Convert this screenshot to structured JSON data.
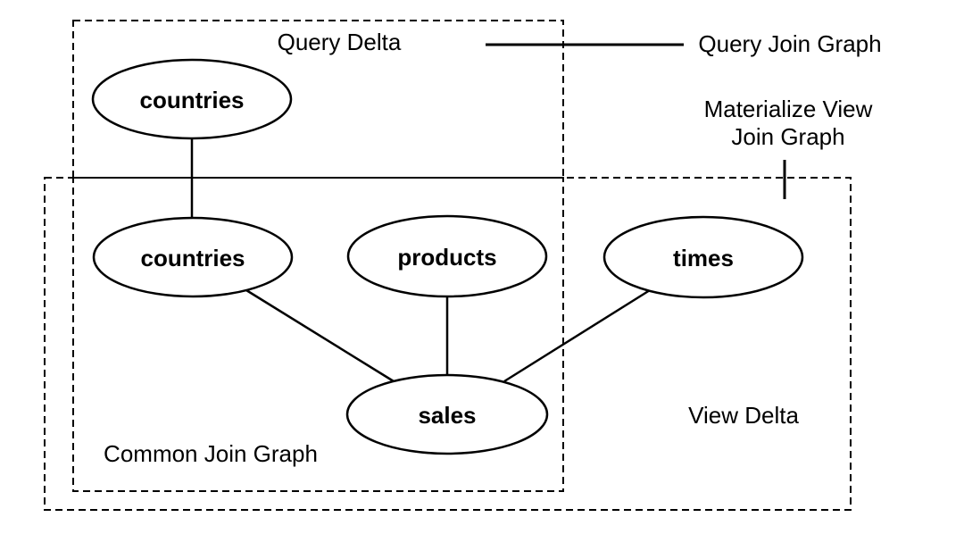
{
  "colors": {
    "background": "#ffffff",
    "ink": "#000000"
  },
  "regions": {
    "query_delta": {
      "label": "Query Delta"
    },
    "common_join_graph": {
      "label": "Common Join Graph"
    },
    "view_delta": {
      "label": "View Delta"
    }
  },
  "callouts": {
    "query_join_graph": {
      "label": "Query Join Graph"
    },
    "materialize_view_join_graph": {
      "line1": "Materialize View",
      "line2": "Join Graph"
    }
  },
  "nodes": {
    "countries_query": {
      "label": "countries"
    },
    "countries_common": {
      "label": "countries"
    },
    "products": {
      "label": "products"
    },
    "times": {
      "label": "times"
    },
    "sales": {
      "label": "sales"
    }
  },
  "edges": [
    {
      "from": "countries (query delta)",
      "to": "countries (common join graph)"
    },
    {
      "from": "countries (common join graph)",
      "to": "sales"
    },
    {
      "from": "products",
      "to": "sales"
    },
    {
      "from": "times",
      "to": "sales"
    }
  ]
}
